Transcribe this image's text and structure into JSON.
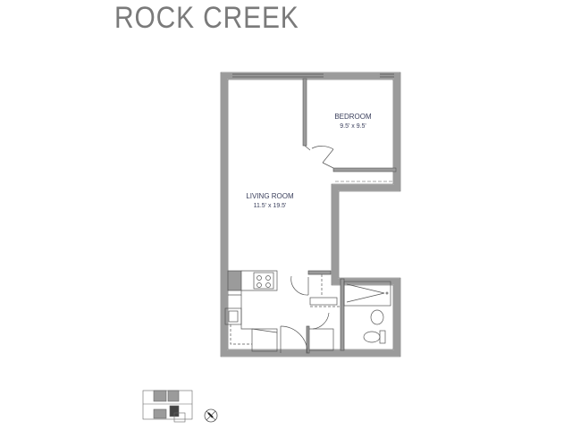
{
  "title": "ROCK CREEK",
  "rooms": [
    {
      "name": "BEDROOM",
      "dimensions": "9.5' x 9.5'"
    },
    {
      "name": "LIVING ROOM",
      "dimensions": "11.5' x 19.5'"
    }
  ],
  "colors": {
    "wall": "#9b9b9b",
    "line": "#555555",
    "label": "#3a3f5c",
    "title": "#7a7a7a"
  }
}
